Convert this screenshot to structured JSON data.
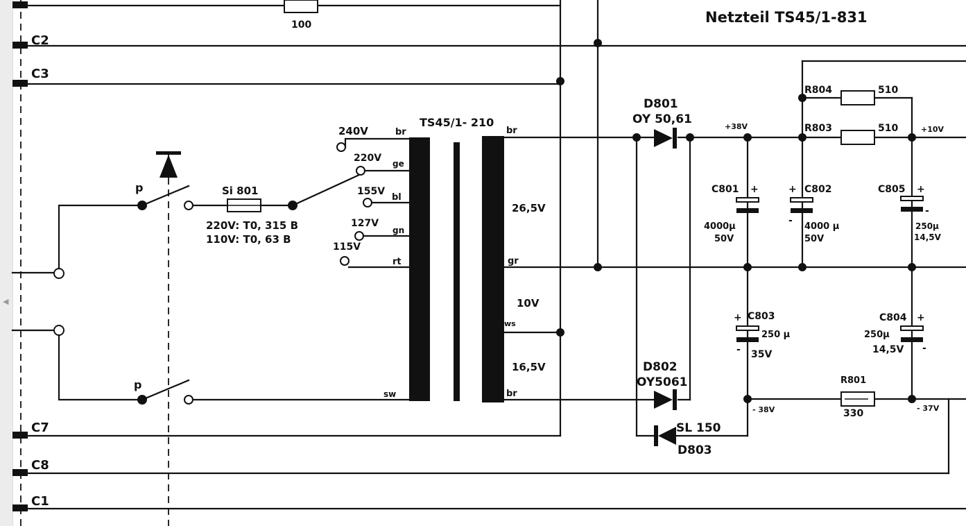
{
  "title": "Netzteil TS45/1-831",
  "left_labels": [
    "C2",
    "C3",
    "C7",
    "C8",
    "C1"
  ],
  "top_resistor": "100",
  "fuse": {
    "name": "Si 801",
    "line1": "220V:  T0, 315 B",
    "line2": "110V:  T0, 63 B"
  },
  "taps": [
    "240V",
    "220V",
    "155V",
    "127V",
    "115V"
  ],
  "transformer": {
    "name": "TS45/1- 210",
    "primary_wires": [
      "br",
      "ge",
      "bl",
      "gn",
      "rt",
      "sw"
    ],
    "secondary_wires": [
      "br",
      "gr",
      "ws",
      "br"
    ],
    "voltages": [
      "26,5V",
      "10V",
      "16,5V"
    ]
  },
  "switch_labels": [
    "p",
    "p"
  ],
  "diodes": {
    "d801": {
      "name": "D801",
      "type": "OY 50,61"
    },
    "d802": {
      "name": "D802",
      "type": "OY5061"
    },
    "d803": {
      "name": "D803",
      "type": "SL 150"
    }
  },
  "rails": {
    "plus38": "+38V",
    "plus10": "+10V",
    "minus38": "- 38V",
    "minus37": "- 37V"
  },
  "resistors": {
    "r804": {
      "name": "R804",
      "value": "510"
    },
    "r803": {
      "name": "R803",
      "value": "510"
    },
    "r801": {
      "name": "R801",
      "value": "330"
    }
  },
  "capacitors": {
    "c801": {
      "name": "C801",
      "v1": "4000µ",
      "v2": "50V"
    },
    "c802": {
      "name": "C802",
      "v1": "4000 µ",
      "v2": "50V"
    },
    "c805": {
      "name": "C805",
      "v1": "250µ",
      "v2": "14,5V"
    },
    "c803": {
      "name": "C803",
      "v1": "250 µ",
      "v2": "35V"
    },
    "c804": {
      "name": "C804",
      "v1": "250µ",
      "v2": "14,5V"
    }
  },
  "polarity": {
    "plus": "+",
    "minus": "-"
  }
}
